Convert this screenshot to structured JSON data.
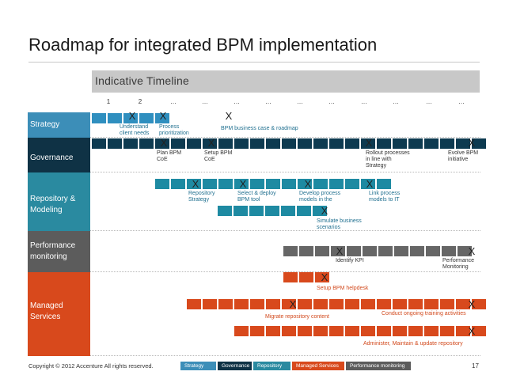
{
  "title": "Roadmap for integrated BPM implementation",
  "timeline_label": "Indicative Timeline",
  "ticks": [
    "1",
    "2",
    "…",
    "…",
    "…",
    "…",
    "…",
    "…",
    "…",
    "…",
    "…",
    "…"
  ],
  "colors": {
    "strategy": "#3c8eb8",
    "governance": "#0f3245",
    "repository": "#2a8aa0",
    "performance": "#5c5c5c",
    "managed": "#d8491c",
    "cell_strategy": "#2f8fbf",
    "cell_governance": "#0d3a50",
    "cell_repository": "#1e8aa2",
    "cell_performance": "#666666",
    "cell_managed": "#d8491c"
  },
  "bands": {
    "strategy": [
      "Strategy"
    ],
    "governance": [
      "Governance"
    ],
    "repository": [
      "Repository &",
      "Modeling"
    ],
    "performance": [
      "Performance",
      "monitoring"
    ],
    "managed": [
      "Managed",
      "Services"
    ]
  },
  "marker": "X",
  "annotations": {
    "understand": [
      "Understand",
      "client needs"
    ],
    "process_prio": [
      "Process",
      "prioritization"
    ],
    "bpm_case": [
      "BPM business case & roadmap"
    ],
    "plan_coe": [
      "Plan BPM",
      "CoE"
    ],
    "setup_coe": [
      "Setup BPM",
      "CoE"
    ],
    "rollout": [
      "Rollout processes",
      "in line with",
      "Strategy"
    ],
    "evolve": [
      "Evolve BPM",
      "initiative"
    ],
    "repo_strategy": [
      "Repository",
      "Strategy"
    ],
    "select_deploy": [
      "Select & deploy",
      "BPM tool"
    ],
    "develop_models": [
      "Develop process",
      "models in the"
    ],
    "link_models": [
      "Link process",
      "models to IT"
    ],
    "simulate": [
      "Simulate business",
      "scenarios"
    ],
    "identify_kpi": [
      "Identify KPI"
    ],
    "perf_monitoring": [
      "Performance",
      "Monitoring"
    ],
    "helpdesk": [
      "Setup BPM helpdesk"
    ],
    "migrate": [
      "Migrate repository content"
    ],
    "training": [
      "Conduct ongoing training activities"
    ],
    "administer": [
      "Administer, Maintain & update repository"
    ]
  },
  "footer": {
    "copyright": "Copyright © 2012 Accenture All rights reserved.",
    "page": "17",
    "legend": [
      "Strategy",
      "Governance",
      "Repository",
      "Managed Services",
      "Performance monitoring"
    ]
  }
}
